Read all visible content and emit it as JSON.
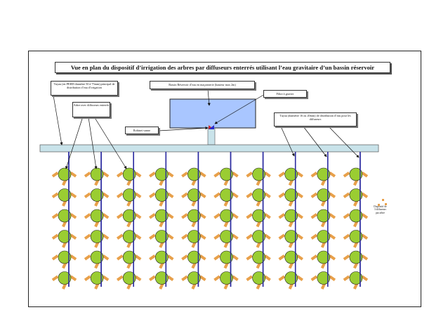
{
  "diagram": {
    "title": "Vue en plan du dispositif d’irrigation des arbres par diffuseurs enterrés utilisant l’eau gravitaire d’un bassin réservoir",
    "labels": {
      "main_pipe": "Tuyau (en PEHD diamètre 50 à 75mm) principal de distribution d’eau d’irrigation",
      "basin": "Bassin Réservoir d’eau en maçonnerie (hauteur max 2m)",
      "filter": "Filtre à gravier",
      "trees": "Arbre avec diffuseurs enterrés",
      "valve": "Robinet vanne",
      "laterals": "Tuyau (diamètre 16 ou 20mm) de distribution d’eau pour les diffuseurs",
      "legend": "Dispositif de 3 diffuseurs par arbre"
    },
    "layout": {
      "lateral_count": 10,
      "trees_per_row": 6
    },
    "colors": {
      "basin_fill": "#a9c6ff",
      "main_pipe_fill": "#c9e3ea",
      "lateral_line": "#2a2aa0",
      "tree_fill": "#9acd32",
      "diffuser": "#e8a04a",
      "arrow": "#111111"
    }
  }
}
